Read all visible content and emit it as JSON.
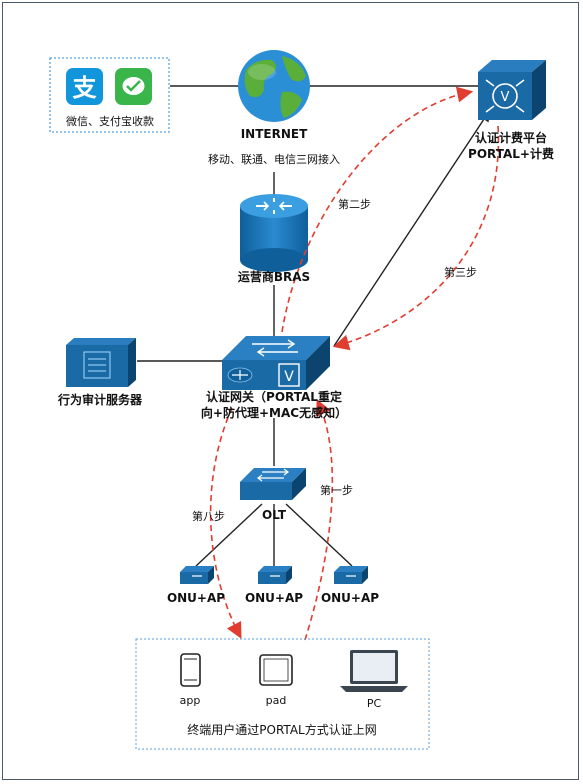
{
  "payment_box": {
    "label": "微信、支付宝收款"
  },
  "internet": {
    "title": "INTERNET",
    "subtitle": "移动、联通、电信三网接入"
  },
  "auth_platform": {
    "line1": "认证计费平台",
    "line2": "PORTAL+计费"
  },
  "bras": {
    "label": "运营商BRAS"
  },
  "audit_server": {
    "label": "行为审计服务器"
  },
  "gateway": {
    "line1": "认证网关（PORTAL重定",
    "line2": "向+防代理+MAC无感知）"
  },
  "olt": {
    "label": "OLT"
  },
  "onu_nodes": [
    {
      "label": "ONU+AP"
    },
    {
      "label": "ONU+AP"
    },
    {
      "label": "ONU+AP"
    }
  ],
  "steps": {
    "step1": "第一步",
    "step2": "第二步",
    "step3": "第三步",
    "step8": "第八步"
  },
  "terminals": {
    "devices": [
      {
        "label": "app"
      },
      {
        "label": "pad"
      },
      {
        "label": "PC"
      }
    ],
    "caption": "终端用户通过PORTAL方式认证上网"
  },
  "colors": {
    "device_blue": "#1a6aa5",
    "device_dark": "#0f4f80",
    "arrow_red": "#e03c2f",
    "box_border": "#5aa0d8"
  }
}
